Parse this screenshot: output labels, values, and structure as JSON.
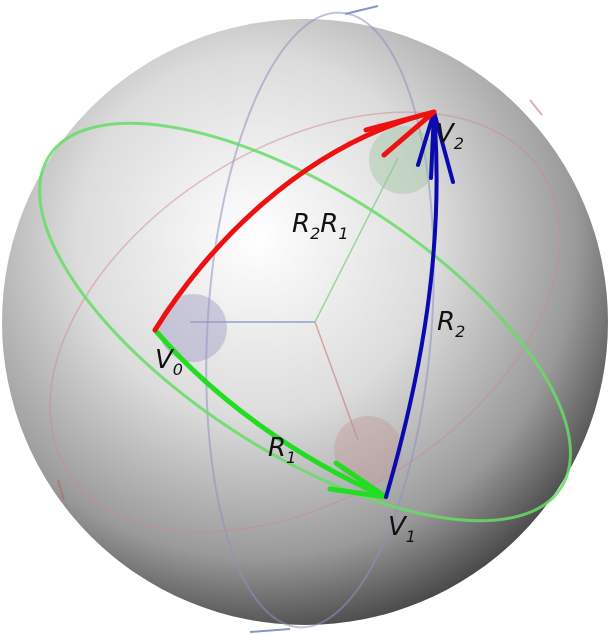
{
  "colors": {
    "background": "#ffffff",
    "sphere_light": "#ffffff",
    "sphere_mid": "#d2d2d2",
    "sphere_dark": "#4a4a4a",
    "r1_arrow": "#22dd22",
    "r2_arrow": "#0a0ab0",
    "r2r1_arrow": "#ee1111",
    "green_circle": "#66dd66",
    "blue_circle": "#8a94c0",
    "red_circle": "#d08a8a",
    "axis_blue": "#6a7ab8",
    "axis_red": "#c06060",
    "axis_green": "#55bb55"
  },
  "labels": {
    "v0": {
      "base": "V",
      "sub": "0"
    },
    "v1": {
      "base": "V",
      "sub": "1"
    },
    "v2": {
      "base": "V",
      "sub": "2"
    },
    "r1": {
      "base": "R",
      "sub": "1"
    },
    "r2": {
      "base": "R",
      "sub": "2"
    },
    "r2r1": {
      "base1": "R",
      "sub1": "2",
      "base2": "R",
      "sub2": "1"
    }
  },
  "icons": {
    "sphere": "shaded-sphere",
    "arrow": "arrowhead"
  }
}
